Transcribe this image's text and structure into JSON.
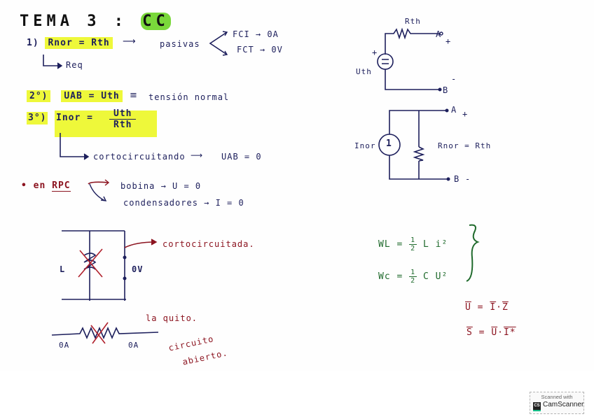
{
  "title": {
    "prefix": "TEMA 3",
    "separator": ":",
    "suffix": "CC"
  },
  "section1": {
    "number": "1)",
    "equation": "Rnor = Rth",
    "arrow_label": "pasivas",
    "branch_top": "FCI → 0A",
    "branch_bottom": "FCT → 0V",
    "sub_label": "Req"
  },
  "section2": {
    "number": "2°)",
    "equation": "UAB = Uth",
    "equiv": "≡",
    "description": "tensión normal"
  },
  "section3": {
    "number": "3°)",
    "lhs": "Inor =",
    "numerator": "Uth",
    "denominator": "Rth",
    "sub_label": "cortocircuitando",
    "sub_result": "UAB = 0"
  },
  "rpc_note": {
    "bullet": "•",
    "prefix": "en",
    "term": "RPC",
    "item1": "bobina → U = 0",
    "item2": "condensadores → I = 0"
  },
  "diagram_short": {
    "left_label": "L",
    "right_label": "0V",
    "annotation": "cortocircuitada."
  },
  "diagram_open": {
    "left_label": "0A",
    "right_label": "0A",
    "annotation1": "la quito.",
    "annotation2_line1": "circuito",
    "annotation2_line2": "abierto."
  },
  "thevenin": {
    "resistor_label": "Rth",
    "source_label": "Uth",
    "source_symbol": "=",
    "plus_source": "+",
    "terminal_a": "A",
    "terminal_a_sign": "+",
    "terminal_b": "B",
    "terminal_b_sign": "-"
  },
  "norton": {
    "source_label": "Inor",
    "source_symbol": "1",
    "resistor_label": "Rnor = Rth",
    "terminal_a": "A",
    "terminal_a_sign": "+",
    "terminal_b": "B",
    "terminal_b_sign": "-"
  },
  "energy": {
    "wl_lhs": "WL =",
    "wl_coeff_num": "1",
    "wl_coeff_den": "2",
    "wl_rhs": "L i²",
    "wc_lhs": "Wc =",
    "wc_coeff_num": "1",
    "wc_coeff_den": "2",
    "wc_rhs": "C U²"
  },
  "phasor": {
    "eq1_lhs": "U",
    "eq1_rhs1": "I",
    "eq1_rhs2": "Z",
    "eq2_lhs": "S",
    "eq2_rhs1": "U",
    "eq2_rhs2": "I*"
  },
  "watermark": {
    "top": "Scanned with",
    "logo": "CS",
    "name": "CamScanner"
  },
  "colors": {
    "ink_blue": "#1d1f5c",
    "ink_red": "#8c1420",
    "ink_green": "#1f6a2c",
    "highlight": "#eef83a",
    "title_green": "#7ad83b"
  }
}
